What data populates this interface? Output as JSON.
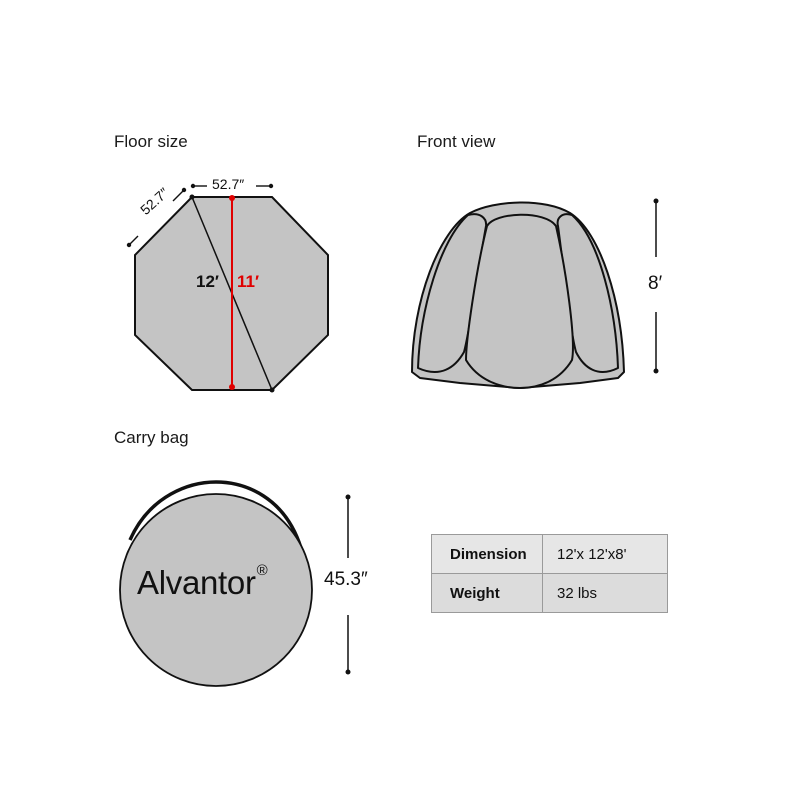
{
  "sections": {
    "floor": {
      "title": "Floor size",
      "edge_top": "52.7″",
      "edge_diag": "52.7″",
      "diagonal_label": "12′",
      "width_label": "11′"
    },
    "front": {
      "title": "Front view",
      "height_label": "8′"
    },
    "bag": {
      "title": "Carry bag",
      "brand": "Alvantor",
      "brand_mark": "®",
      "height_label": "45.3″"
    }
  },
  "specs": {
    "rows": [
      {
        "key": "Dimension",
        "value": "12'x 12'x8'"
      },
      {
        "key": "Weight",
        "value": "32 lbs"
      }
    ]
  },
  "colors": {
    "fill": "#c4c4c4",
    "stroke": "#111111",
    "accent_red": "#e00000"
  }
}
